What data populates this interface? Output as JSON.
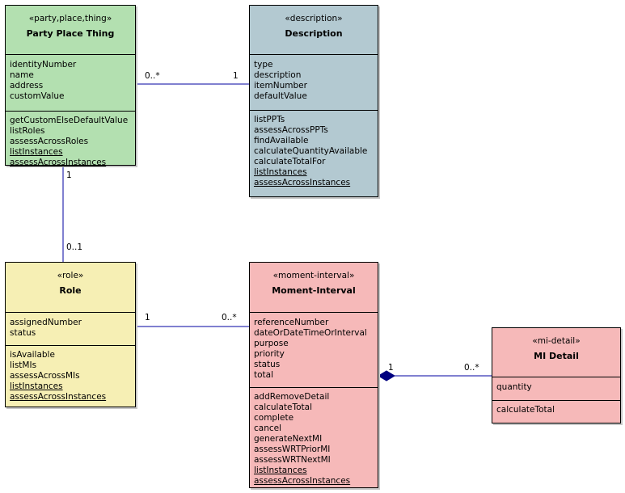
{
  "classes": {
    "ppt": {
      "stereotype": "«party,place,thing»",
      "name": "Party Place Thing",
      "attributes": [
        "identityNumber",
        "name",
        "address",
        "customValue"
      ],
      "operations": [
        {
          "text": "getCustomElseDefaultValue",
          "static": false
        },
        {
          "text": "listRoles",
          "static": false
        },
        {
          "text": "assessAcrossRoles",
          "static": false
        },
        {
          "text": "listInstances",
          "static": true
        },
        {
          "text": "assessAcrossInstances",
          "static": true
        }
      ],
      "color": "#b3e0b0"
    },
    "description": {
      "stereotype": "«description»",
      "name": "Description",
      "attributes": [
        "type",
        "description",
        "itemNumber",
        "defaultValue"
      ],
      "operations": [
        {
          "text": "listPPTs",
          "static": false
        },
        {
          "text": "assessAcrossPPTs",
          "static": false
        },
        {
          "text": "findAvailable",
          "static": false
        },
        {
          "text": "calculateQuantityAvailable",
          "static": false
        },
        {
          "text": "calculateTotalFor",
          "static": false
        },
        {
          "text": "listInstances",
          "static": true
        },
        {
          "text": "assessAcrossInstances",
          "static": true
        }
      ],
      "color": "#b3c9d1"
    },
    "role": {
      "stereotype": "«role»",
      "name": "Role",
      "attributes": [
        "assignedNumber",
        "status"
      ],
      "operations": [
        {
          "text": "isAvailable",
          "static": false
        },
        {
          "text": "listMIs",
          "static": false
        },
        {
          "text": "assessAcrossMIs",
          "static": false
        },
        {
          "text": "listInstances",
          "static": true
        },
        {
          "text": "assessAcrossInstances",
          "static": true
        }
      ],
      "color": "#f6efb4"
    },
    "mi": {
      "stereotype": "«moment-interval»",
      "name": "Moment-Interval",
      "attributes": [
        "referenceNumber",
        "dateOrDateTimeOrInterval",
        "purpose",
        "priority",
        "status",
        "total"
      ],
      "operations": [
        {
          "text": "addRemoveDetail",
          "static": false
        },
        {
          "text": "calculateTotal",
          "static": false
        },
        {
          "text": "complete",
          "static": false
        },
        {
          "text": "cancel",
          "static": false
        },
        {
          "text": "generateNextMI",
          "static": false
        },
        {
          "text": "assessWRTPriorMI",
          "static": false
        },
        {
          "text": "assessWRTNextMI",
          "static": false
        },
        {
          "text": "listInstances",
          "static": true
        },
        {
          "text": "assessAcrossInstances",
          "static": true
        }
      ],
      "color": "#f6b9b9"
    },
    "midetail": {
      "stereotype": "«mi-detail»",
      "name": "MI Detail",
      "attributes": [
        "quantity"
      ],
      "operations": [
        {
          "text": "calculateTotal",
          "static": false
        }
      ],
      "color": "#f6b9b9"
    }
  },
  "associations": [
    {
      "from": "ppt",
      "to": "description",
      "from_mult": "0..*",
      "to_mult": "1",
      "kind": "association"
    },
    {
      "from": "ppt",
      "to": "role",
      "from_mult": "1",
      "to_mult": "0..1",
      "kind": "association"
    },
    {
      "from": "role",
      "to": "mi",
      "from_mult": "1",
      "to_mult": "0..*",
      "kind": "association"
    },
    {
      "from": "mi",
      "to": "midetail",
      "from_mult": "1",
      "to_mult": "0..*",
      "kind": "composition"
    }
  ],
  "line_color": "#0000a0"
}
